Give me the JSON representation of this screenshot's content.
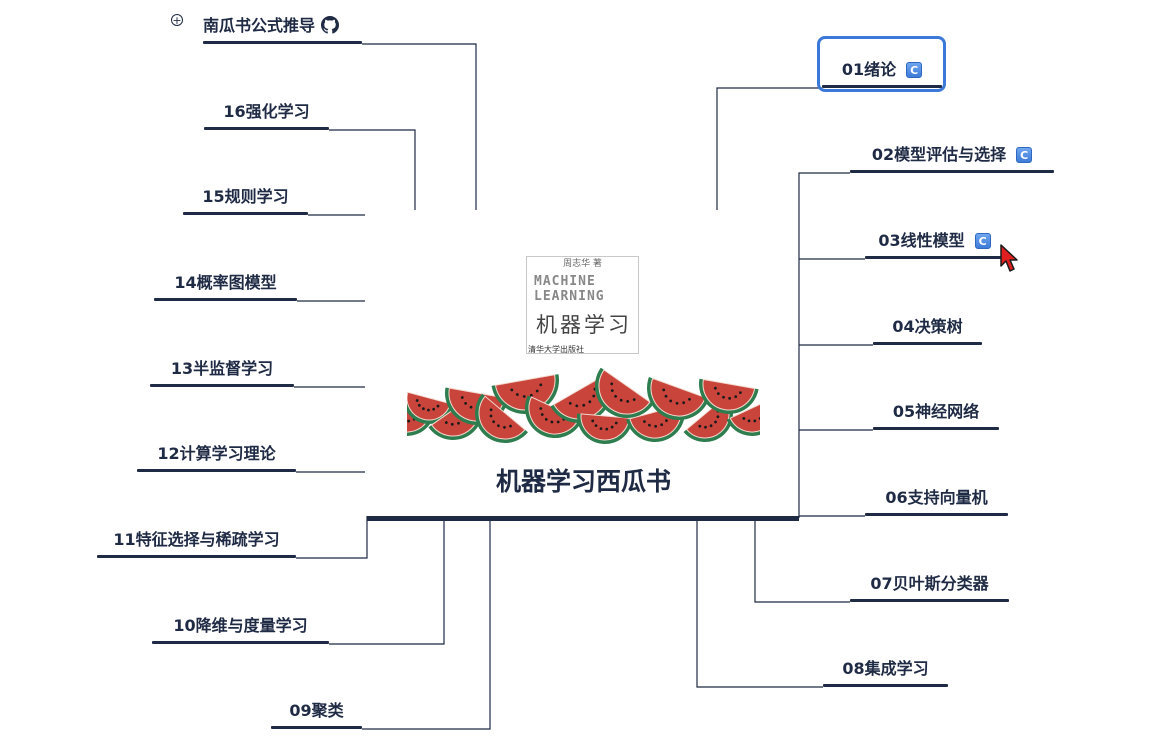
{
  "map": {
    "central_title": "机器学习西瓜书",
    "book": {
      "author": "周志华 著",
      "english_line1": "MACHINE",
      "english_line2": "LEARNING",
      "chinese_title": "机器学习",
      "publisher": "清华大学出版社"
    },
    "left_nodes": [
      {
        "label": "南瓜书公式推导",
        "icons": [
          "expand-circle-icon",
          "github-icon"
        ]
      },
      {
        "label": "16强化学习"
      },
      {
        "label": "15规则学习"
      },
      {
        "label": "14概率图模型"
      },
      {
        "label": "13半监督学习"
      },
      {
        "label": "12计算学习理论"
      },
      {
        "label": "11特征选择与稀疏学习"
      },
      {
        "label": "10降维与度量学习"
      },
      {
        "label": "09聚类"
      }
    ],
    "right_nodes": [
      {
        "label": "01绪论",
        "badge": "C",
        "selected": true
      },
      {
        "label": "02模型评估与选择",
        "badge": "C"
      },
      {
        "label": "03线性模型",
        "badge": "C"
      },
      {
        "label": "04决策树"
      },
      {
        "label": "05神经网络"
      },
      {
        "label": "06支持向量机"
      },
      {
        "label": "07贝叶斯分类器"
      },
      {
        "label": "08集成学习"
      }
    ]
  },
  "colors": {
    "text": "#1f2a44",
    "line": "#1f2a44",
    "selection": "#3c78d8",
    "badge": "#4a86e0",
    "melon_red": "#c9443b",
    "melon_green": "#2e7d4f"
  }
}
